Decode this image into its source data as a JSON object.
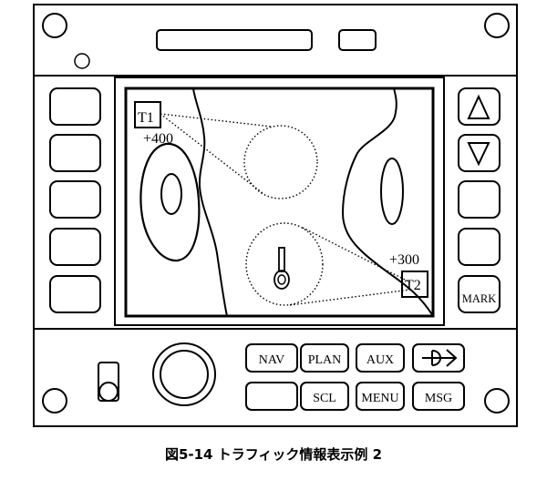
{
  "traffic": {
    "t1": {
      "id": "T1",
      "altitude": "+400"
    },
    "t2": {
      "id": "T2",
      "altitude": "+300"
    }
  },
  "buttons": {
    "nav": "NAV",
    "plan": "PLAN",
    "aux": "AUX",
    "scl": "SCL",
    "menu": "MENU",
    "msg": "MSG",
    "mark": "MARK"
  },
  "icons": {
    "up": "triangle-up",
    "down": "triangle-down",
    "direct_to": "direct-to"
  },
  "caption": "図5-14 トラフィック情報表示例 2"
}
